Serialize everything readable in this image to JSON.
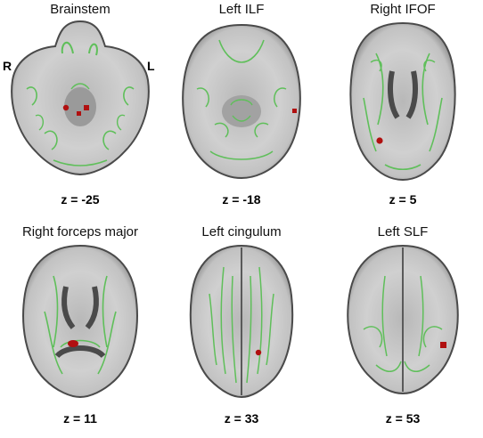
{
  "orientation": {
    "left_marker": "R",
    "right_marker": "L"
  },
  "colors": {
    "background": "#ffffff",
    "tract": "#5fbf5a",
    "cluster": "#b01010",
    "tissue_light": "#dcdcdc",
    "tissue_dark": "#5a5a5a"
  },
  "panels": [
    {
      "title": "Brainstem",
      "z_label": "z = -25"
    },
    {
      "title": "Left ILF",
      "z_label": "z = -18"
    },
    {
      "title": "Right IFOF",
      "z_label": "z = 5"
    },
    {
      "title": "Right forceps major",
      "z_label": "z = 11"
    },
    {
      "title": "Left cingulum",
      "z_label": "z = 33"
    },
    {
      "title": "Left SLF",
      "z_label": "z = 53"
    }
  ]
}
